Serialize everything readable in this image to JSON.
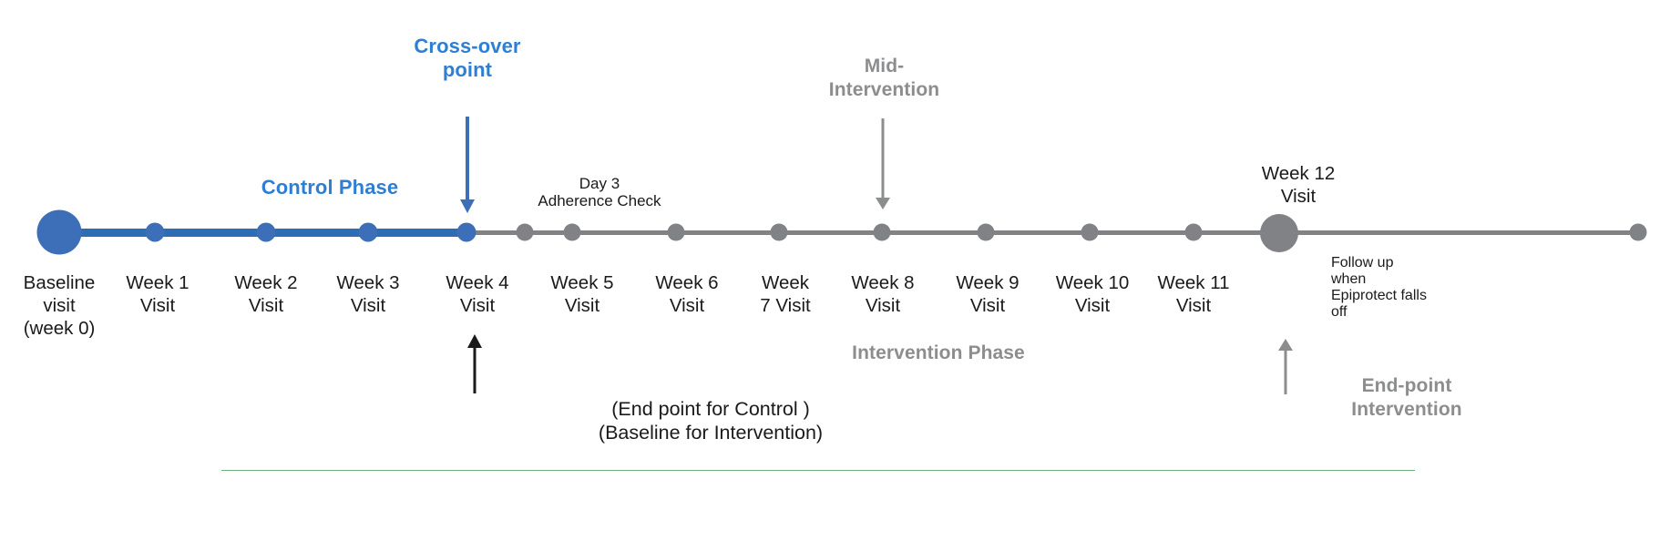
{
  "diagram": {
    "title": "Clinical trial cross-over study visit timeline",
    "colors": {
      "control_blue": "#2E6DB4",
      "annotation_blue": "#2E7FD4",
      "intervention_gray": "#808285",
      "annotation_gray": "#8B8D8F",
      "text_dark": "#1a1a1a",
      "rule_green": "#5aa36a"
    }
  },
  "phases": {
    "control": {
      "label": "Control Phase"
    },
    "intervention": {
      "label": "Intervention Phase"
    }
  },
  "annotations": {
    "crossover": {
      "line1": "Cross-over",
      "line2": "point"
    },
    "adherence": {
      "line1": "Day 3",
      "line2": "Adherence Check"
    },
    "mid_intervention": {
      "line1": "Mid-",
      "line2": "Intervention"
    },
    "week12_callout": {
      "line1": "Week 12",
      "line2": "Visit"
    },
    "control_endpoint": {
      "line1": "(End point for Control )",
      "line2": "(Baseline for Intervention)"
    },
    "endpoint_intervention": {
      "line1": "End-point",
      "line2": "Intervention"
    },
    "follow_up": {
      "line1": "Follow up",
      "line2": "when",
      "line3": "Epiprotect falls",
      "line4": "off"
    }
  },
  "timeline": {
    "nodes": [
      {
        "id": "baseline",
        "label": "Baseline\nvisit\n(week 0)",
        "size": "large",
        "phase": "control"
      },
      {
        "id": "week1",
        "label": "Week 1\nVisit",
        "size": "small",
        "phase": "control"
      },
      {
        "id": "week2",
        "label": "Week 2\nVisit",
        "size": "small",
        "phase": "control"
      },
      {
        "id": "week3",
        "label": "Week 3\nVisit",
        "size": "small",
        "phase": "control"
      },
      {
        "id": "week4",
        "label": "Week 4\nVisit",
        "size": "small",
        "phase": "crossover"
      },
      {
        "id": "week5",
        "label": "Week 5\nVisit",
        "size": "small",
        "phase": "intervention"
      },
      {
        "id": "week6",
        "label": "Week 6\nVisit",
        "size": "small",
        "phase": "intervention"
      },
      {
        "id": "week7",
        "label": "Week\n7 Visit",
        "size": "small",
        "phase": "intervention"
      },
      {
        "id": "week8",
        "label": "Week 8\nVisit",
        "size": "small",
        "phase": "intervention"
      },
      {
        "id": "week9",
        "label": "Week 9\nVisit",
        "size": "small",
        "phase": "intervention"
      },
      {
        "id": "week10",
        "label": "Week 10\nVisit",
        "size": "small",
        "phase": "intervention"
      },
      {
        "id": "week11",
        "label": "Week 11\nVisit",
        "size": "small",
        "phase": "intervention"
      },
      {
        "id": "week12",
        "label": "",
        "size": "large",
        "phase": "intervention"
      },
      {
        "id": "followup",
        "label": "",
        "size": "small",
        "phase": "intervention"
      }
    ]
  }
}
